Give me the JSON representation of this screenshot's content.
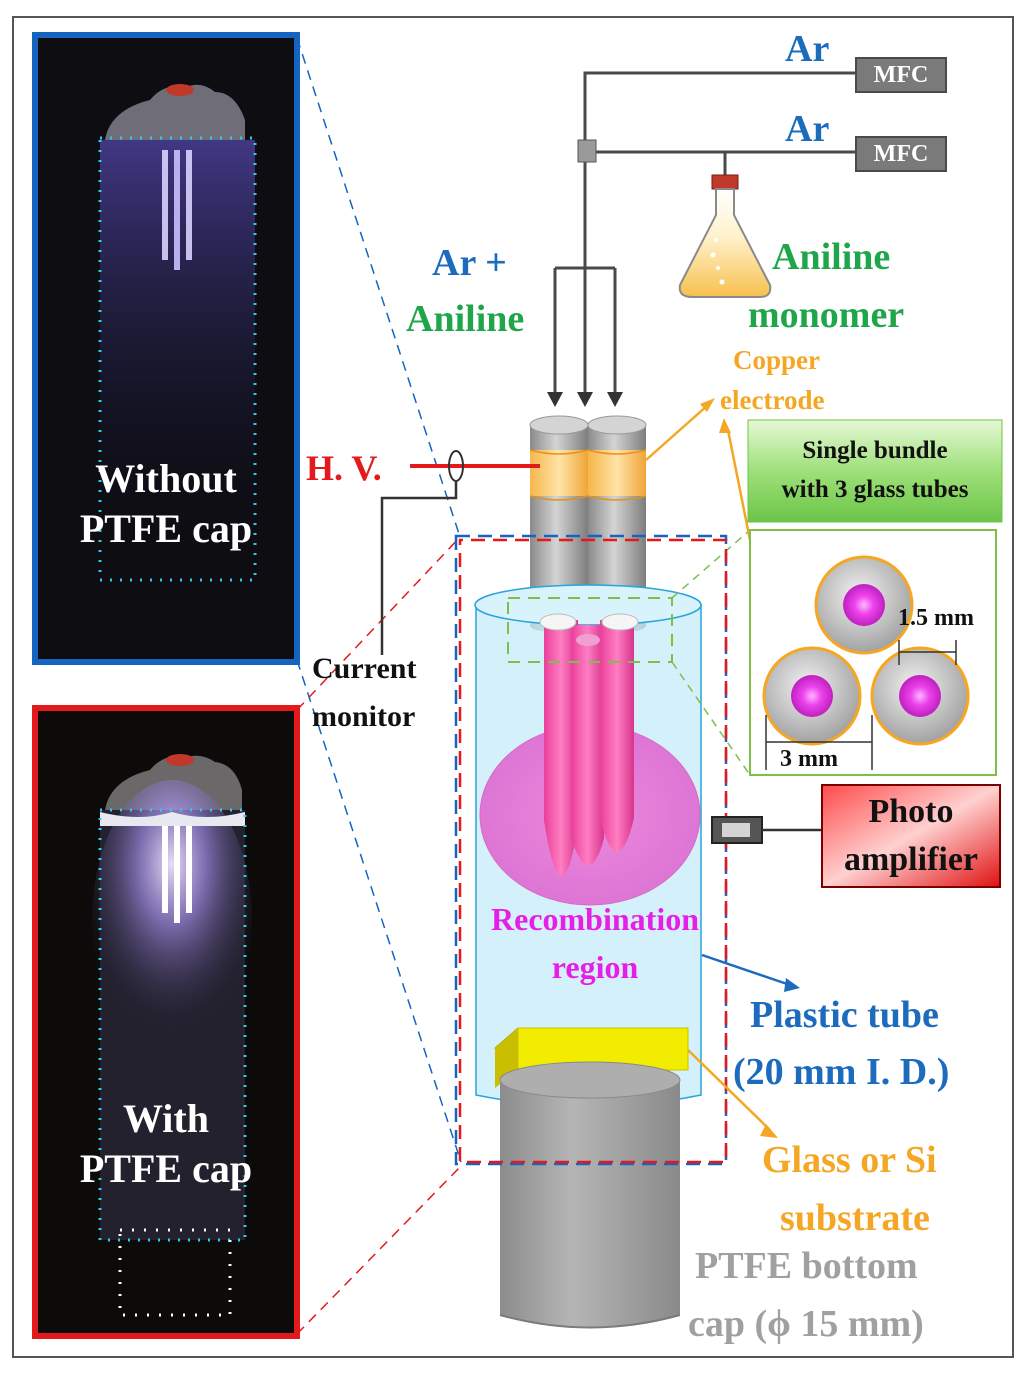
{
  "gas_inputs": [
    {
      "gas": "Ar",
      "device": "MFC"
    },
    {
      "gas": "Ar",
      "device": "MFC"
    }
  ],
  "labels": {
    "ar_plus": "Ar +",
    "aniline": "Aniline",
    "aniline_monomer_1": "Aniline",
    "aniline_monomer_2": "monomer",
    "copper_1": "Copper",
    "copper_2": "electrode",
    "hv": "H. V.",
    "current_1": "Current",
    "current_2": "monitor",
    "bundle_1": "Single bundle",
    "bundle_2": "with 3 glass tubes",
    "dim_15": "1.5 mm",
    "dim_3": "3 mm",
    "photo_1": "Photo",
    "photo_2": "amplifier",
    "recomb_1": "Recombination",
    "recomb_2": "region",
    "plastic_1": "Plastic tube",
    "plastic_2": "(20 mm I. D.)",
    "substrate_1": "Glass or Si",
    "substrate_2": "substrate",
    "ptfe_1": "PTFE bottom",
    "ptfe_2": "cap (ϕ 15 mm)"
  },
  "photos": {
    "top_1": "Without",
    "top_2": "PTFE cap",
    "bottom_1": "With",
    "bottom_2": "PTFE cap"
  },
  "colors": {
    "blue_text": "#1c6bbd",
    "green_text": "#1fa64a",
    "orange_text": "#f5a623",
    "red": "#e3191b",
    "magenta": "#e61ee6",
    "gray_text": "#a0a0a0"
  }
}
